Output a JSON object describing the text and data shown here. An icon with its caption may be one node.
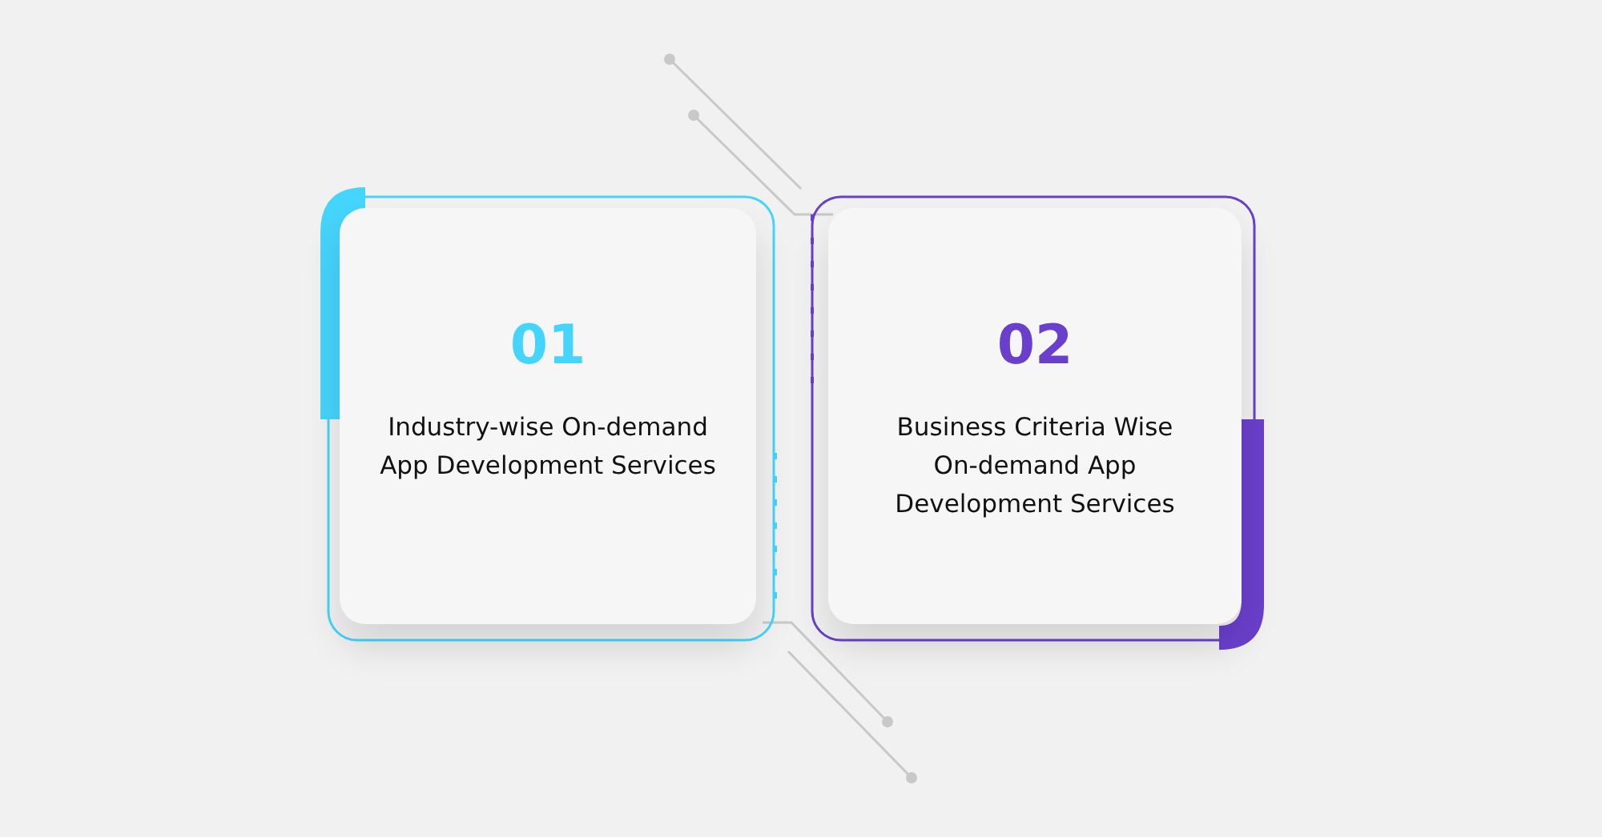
{
  "diagram": {
    "nodes": [
      {
        "text": [
          "01",
          "Industry-wise On-demand App Development Services"
        ]
      },
      {
        "text": [
          "02",
          "Business Criteria Wise On-demand App Development Services"
        ]
      }
    ],
    "edges": []
  }
}
